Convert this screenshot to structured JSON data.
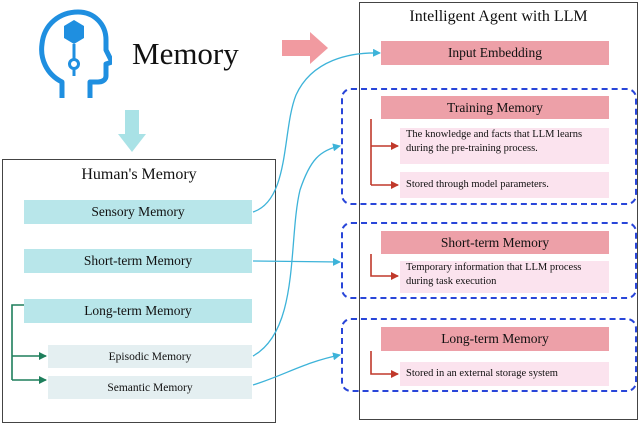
{
  "header": {
    "title": "Memory",
    "head_icon": "head-with-hexagon-icon"
  },
  "human_panel": {
    "title": "Human's Memory",
    "sensory": "Sensory Memory",
    "short_term": "Short-term Memory",
    "long_term": "Long-term Memory",
    "episodic": "Episodic Memory",
    "semantic": "Semantic Memory"
  },
  "agent_panel": {
    "title": "Intelligent Agent with LLM",
    "input_embedding": "Input Embedding",
    "training": {
      "title": "Training Memory",
      "item1_line1": "The knowledge and facts that LLM learns",
      "item1_line2": "during the pre-training process.",
      "item2": "Stored through model parameters."
    },
    "short_term": {
      "title": "Short-term Memory",
      "item1_line1": "Temporary information that LLM process",
      "item1_line2": "during task execution"
    },
    "long_term": {
      "title": "Long-term Memory",
      "item1": "Stored in an external storage system"
    }
  },
  "colors": {
    "human_box": "#b8e6ea",
    "human_sub_box": "#e4eff1",
    "agent_title_box": "#eda0a8",
    "agent_item_box": "#fbe3ee",
    "dashed_border": "#2946d9",
    "connector_cyan": "#3db3d9",
    "tree_green": "#1e7f5c",
    "tree_red": "#c0392b",
    "big_arrow_pink": "#f19aa0",
    "big_arrow_teal": "#a9e2e6",
    "icon_blue": "#1f8fe0"
  }
}
